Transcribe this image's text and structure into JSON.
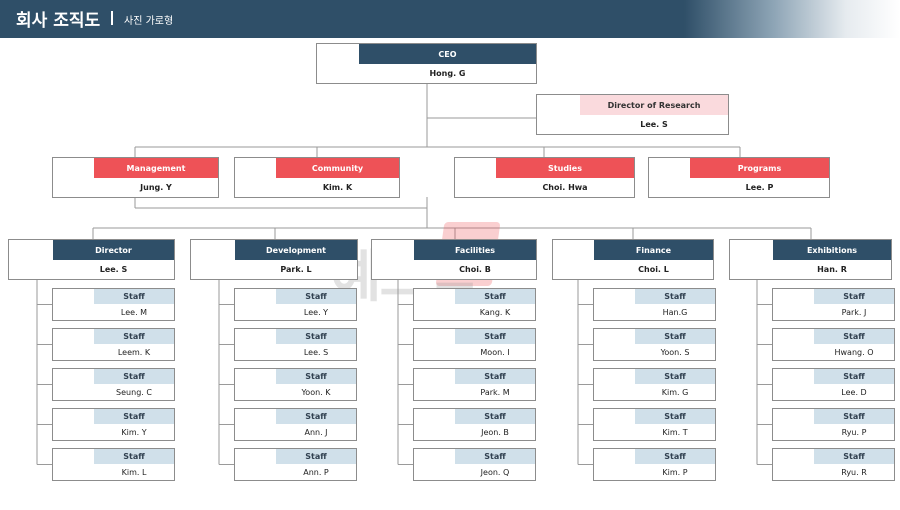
{
  "header": {
    "title": "회사 조직도",
    "subtitle": "사진 가로형"
  },
  "watermark": "예스폼",
  "ceo": {
    "role": "CEO",
    "name": "Hong. G"
  },
  "research": {
    "role": "Director of Research",
    "name": "Lee. S"
  },
  "divisions": [
    {
      "role": "Management",
      "name": "Jung. Y"
    },
    {
      "role": "Community",
      "name": "Kim. K"
    },
    {
      "role": "Studies",
      "name": "Choi. Hwa"
    },
    {
      "role": "Programs",
      "name": "Lee. P"
    }
  ],
  "departments": [
    {
      "role": "Director",
      "name": "Lee. S",
      "staff": [
        {
          "role": "Staff",
          "name": "Lee. M"
        },
        {
          "role": "Staff",
          "name": "Leem. K"
        },
        {
          "role": "Staff",
          "name": "Seung. C"
        },
        {
          "role": "Staff",
          "name": "Kim. Y"
        },
        {
          "role": "Staff",
          "name": "Kim. L"
        }
      ]
    },
    {
      "role": "Development",
      "name": "Park. L",
      "staff": [
        {
          "role": "Staff",
          "name": "Lee. Y"
        },
        {
          "role": "Staff",
          "name": "Lee. S"
        },
        {
          "role": "Staff",
          "name": "Yoon. K"
        },
        {
          "role": "Staff",
          "name": "Ann. J"
        },
        {
          "role": "Staff",
          "name": "Ann. P"
        }
      ]
    },
    {
      "role": "Facilities",
      "name": "Choi. B",
      "staff": [
        {
          "role": "Staff",
          "name": "Kang. K"
        },
        {
          "role": "Staff",
          "name": "Moon. I"
        },
        {
          "role": "Staff",
          "name": "Park. M"
        },
        {
          "role": "Staff",
          "name": "Jeon. B"
        },
        {
          "role": "Staff",
          "name": "Jeon. Q"
        }
      ]
    },
    {
      "role": "Finance",
      "name": "Choi. L",
      "staff": [
        {
          "role": "Staff",
          "name": "Han.G"
        },
        {
          "role": "Staff",
          "name": "Yoon. S"
        },
        {
          "role": "Staff",
          "name": "Kim. G"
        },
        {
          "role": "Staff",
          "name": "Kim. T"
        },
        {
          "role": "Staff",
          "name": "Kim. P"
        }
      ]
    },
    {
      "role": "Exhibitions",
      "name": "Han. R",
      "staff": [
        {
          "role": "Staff",
          "name": "Park. J"
        },
        {
          "role": "Staff",
          "name": "Hwang. O"
        },
        {
          "role": "Staff",
          "name": "Lee. D"
        },
        {
          "role": "Staff",
          "name": "Ryu. P"
        },
        {
          "role": "Staff",
          "name": "Ryu. R"
        }
      ]
    }
  ],
  "colors": {
    "navy": "#2f4f68",
    "red": "#ee5257",
    "pink": "#fadadd",
    "light": "#d0e0ea"
  }
}
